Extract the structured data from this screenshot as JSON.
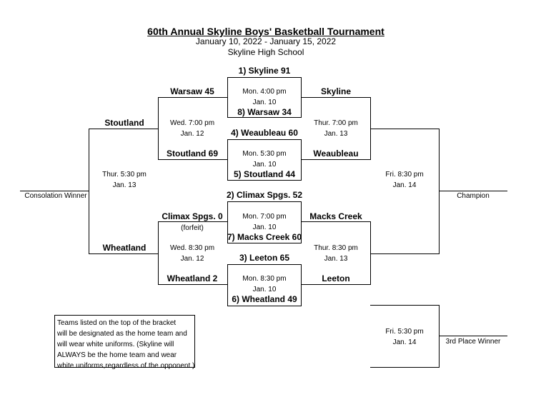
{
  "header": {
    "title": "60th Annual Skyline Boys' Basketball Tournament",
    "dates": "January 10, 2022 - January 15, 2022",
    "venue": "Skyline High School"
  },
  "first_round": [
    {
      "top": "1) Skyline 91",
      "time": "Mon. 4:00 pm",
      "date": "Jan. 10",
      "bottom": "8) Warsaw 34"
    },
    {
      "top": "4) Weaubleau 60",
      "time": "Mon. 5:30 pm",
      "date": "Jan. 10",
      "bottom": "5) Stoutland 44"
    },
    {
      "top": "2) Climax Spgs. 52",
      "time": "Mon. 7:00 pm",
      "date": "Jan. 10",
      "bottom": "7) Macks Creek 60"
    },
    {
      "top": "3) Leeton 65",
      "time": "Mon. 8:30 pm",
      "date": "Jan. 10",
      "bottom": "6) Wheatland 49"
    }
  ],
  "consolation_semis": [
    {
      "top": "Warsaw 45",
      "time": "Wed. 7:00 pm",
      "date": "Jan. 12",
      "bottom": "Stoutland 69",
      "note": ""
    },
    {
      "top": "Climax Spgs. 0",
      "time": "Wed. 8:30 pm",
      "date": "Jan. 12",
      "bottom": "Wheatland 2",
      "note": "(forfeit)"
    }
  ],
  "consolation_final": {
    "top": "Stoutland",
    "time": "Thur. 5:30 pm",
    "date": "Jan. 13",
    "bottom": "Wheatland",
    "result_label": "Consolation Winner"
  },
  "semis": [
    {
      "top": "Skyline",
      "time": "Thur. 7:00 pm",
      "date": "Jan. 13",
      "bottom": "Weaubleau"
    },
    {
      "top": "Macks Creek",
      "time": "Thur. 8:30 pm",
      "date": "Jan. 13",
      "bottom": "Leeton"
    }
  ],
  "championship": {
    "time": "Fri. 8:30 pm",
    "date": "Jan. 14",
    "result_label": "Champion"
  },
  "third_place": {
    "time": "Fri. 5:30 pm",
    "date": "Jan. 14",
    "result_label": "3rd Place Winner"
  },
  "note_lines": [
    "Teams listed on the top of the bracket",
    "will be designated as the home team and",
    "will wear white uniforms. (Skyline will",
    "ALWAYS be the home team and wear",
    "white uniforms,regardless of the opponent.)"
  ]
}
